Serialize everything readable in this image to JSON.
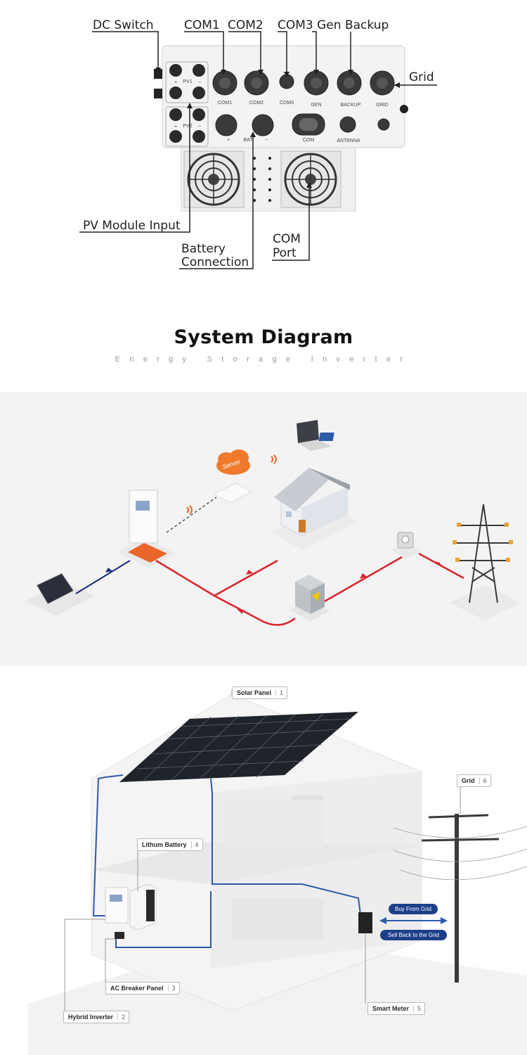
{
  "inverter_panel": {
    "callouts": {
      "dc_switch": "DC Switch",
      "com1": "COM1",
      "com2": "COM2",
      "com3_gen_backup": "COM3 Gen Backup",
      "grid": "Grid",
      "pv_module_input": "PV Module Input",
      "battery_connection_1": "Battery",
      "battery_connection_2": "Connection",
      "com_port_1": "COM",
      "com_port_2": "Port"
    },
    "port_labels": {
      "pv1": "PV1",
      "pv2": "PV2",
      "com1": "COM1",
      "com2": "COM2",
      "com3": "COM3",
      "gen": "GEN",
      "backup": "BACKUP",
      "grid": "GRID",
      "bat_plus": "+",
      "bat": "BAT",
      "bat_minus": "−",
      "com": "COM",
      "antenna": "ANTENNA",
      "pv_plus_1": "+",
      "pv_minus_1": "−",
      "pv_plus_2": "+",
      "pv_minus_2": "−"
    }
  },
  "system_diagram": {
    "title": "System Diagram",
    "subtitle": "Energy Storage Inverter",
    "cloud_label": "Server"
  },
  "house_diagram": {
    "labels": [
      {
        "text": "Solar Panel",
        "num": "1"
      },
      {
        "text": "Hybrid Inverter",
        "num": "2"
      },
      {
        "text": "AC Breaker Panel",
        "num": "3"
      },
      {
        "text": "Lithum Battery",
        "num": "4"
      },
      {
        "text": "Smart Meter",
        "num": "5"
      },
      {
        "text": "Grid",
        "num": "6"
      }
    ],
    "buy_from_grid": "Buy From Grid",
    "sell_back": "Sell Back to the Grid"
  },
  "colors": {
    "ac_line": "#d9232b",
    "dc_line": "#1a2a7a",
    "house_wire": "#2e5aa8",
    "pill": "#1d3f8a",
    "inverter_accent": "#e8662a"
  }
}
